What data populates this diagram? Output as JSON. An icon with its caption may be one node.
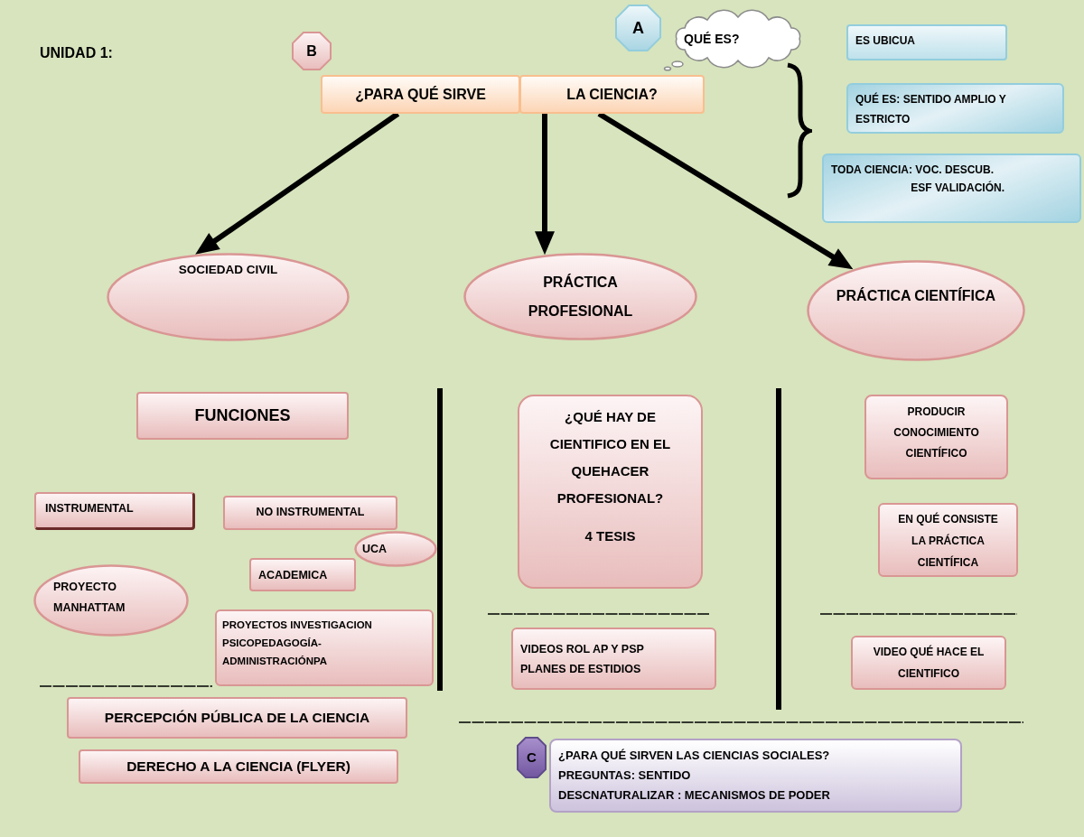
{
  "diagram": {
    "title": "UNIDAD 1:",
    "nodes": [
      {
        "text": [
          "B"
        ]
      },
      {
        "text": [
          "¿PARA QUÉ SIRVE"
        ]
      },
      {
        "text": [
          "LA CIENCIA?"
        ]
      },
      {
        "text": [
          "A"
        ]
      },
      {
        "text": [
          "QUÉ ES?"
        ]
      },
      {
        "text": [
          "ES UBICUA"
        ]
      },
      {
        "text": [
          "QUÉ ES: SENTIDO AMPLIO Y ESTRICTO"
        ]
      },
      {
        "text": [
          "TODA CIENCIA: VOC. DESCUB. ESF VALIDACIÓN."
        ]
      },
      {
        "text": [
          "SOCIEDAD CIVIL"
        ]
      },
      {
        "text": [
          "PRÁCTICA PROFESIONAL"
        ]
      },
      {
        "text": [
          "PRÁCTICA CIENTÍFICA"
        ]
      },
      {
        "text": [
          "FUNCIONES"
        ]
      },
      {
        "text": [
          "INSTRUMENTAL"
        ]
      },
      {
        "text": [
          "NO INSTRUMENTAL"
        ]
      },
      {
        "text": [
          "UCA"
        ]
      },
      {
        "text": [
          "ACADEMICA"
        ]
      },
      {
        "text": [
          "PROYECTO MANHATTAM"
        ]
      },
      {
        "text": [
          "PROYECTOS INVESTIGACION PSICOPEDAGOGÍA- ADMINISTRACIÓNPA"
        ]
      },
      {
        "text": [
          "PERCEPCIÓN PÚBLICA DE LA CIENCIA"
        ]
      },
      {
        "text": [
          "DERECHO A LA CIENCIA (FLYER)"
        ]
      },
      {
        "text": [
          "¿QUÉ HAY DE CIENTIFICO EN EL QUEHACER PROFESIONAL?",
          "4 TESIS"
        ]
      },
      {
        "text": [
          "VIDEOS ROL AP Y PSP",
          "PLANES DE ESTIDIOS"
        ]
      },
      {
        "text": [
          "PRODUCIR CONOCIMIENTO CIENTÍFICO"
        ]
      },
      {
        "text": [
          "EN QUÉ CONSISTE LA PRÁCTICA CIENTÍFICA"
        ]
      },
      {
        "text": [
          "VIDEO QUÉ HACE EL CIENTIFICO"
        ]
      },
      {
        "text": [
          "C"
        ]
      },
      {
        "text": [
          "¿PARA QUÉ SIRVEN LAS CIENCIAS SOCIALES?",
          "PREGUNTAS: SENTIDO",
          "DESCNATURALIZAR : MECANISMOS DE PODER"
        ]
      }
    ],
    "edges": [
      {
        "from": 1,
        "to": 8,
        "arrow": "to"
      },
      {
        "from": 2,
        "to": 9,
        "arrow": "to"
      },
      {
        "from": 2,
        "to": 10,
        "arrow": "to"
      }
    ]
  }
}
